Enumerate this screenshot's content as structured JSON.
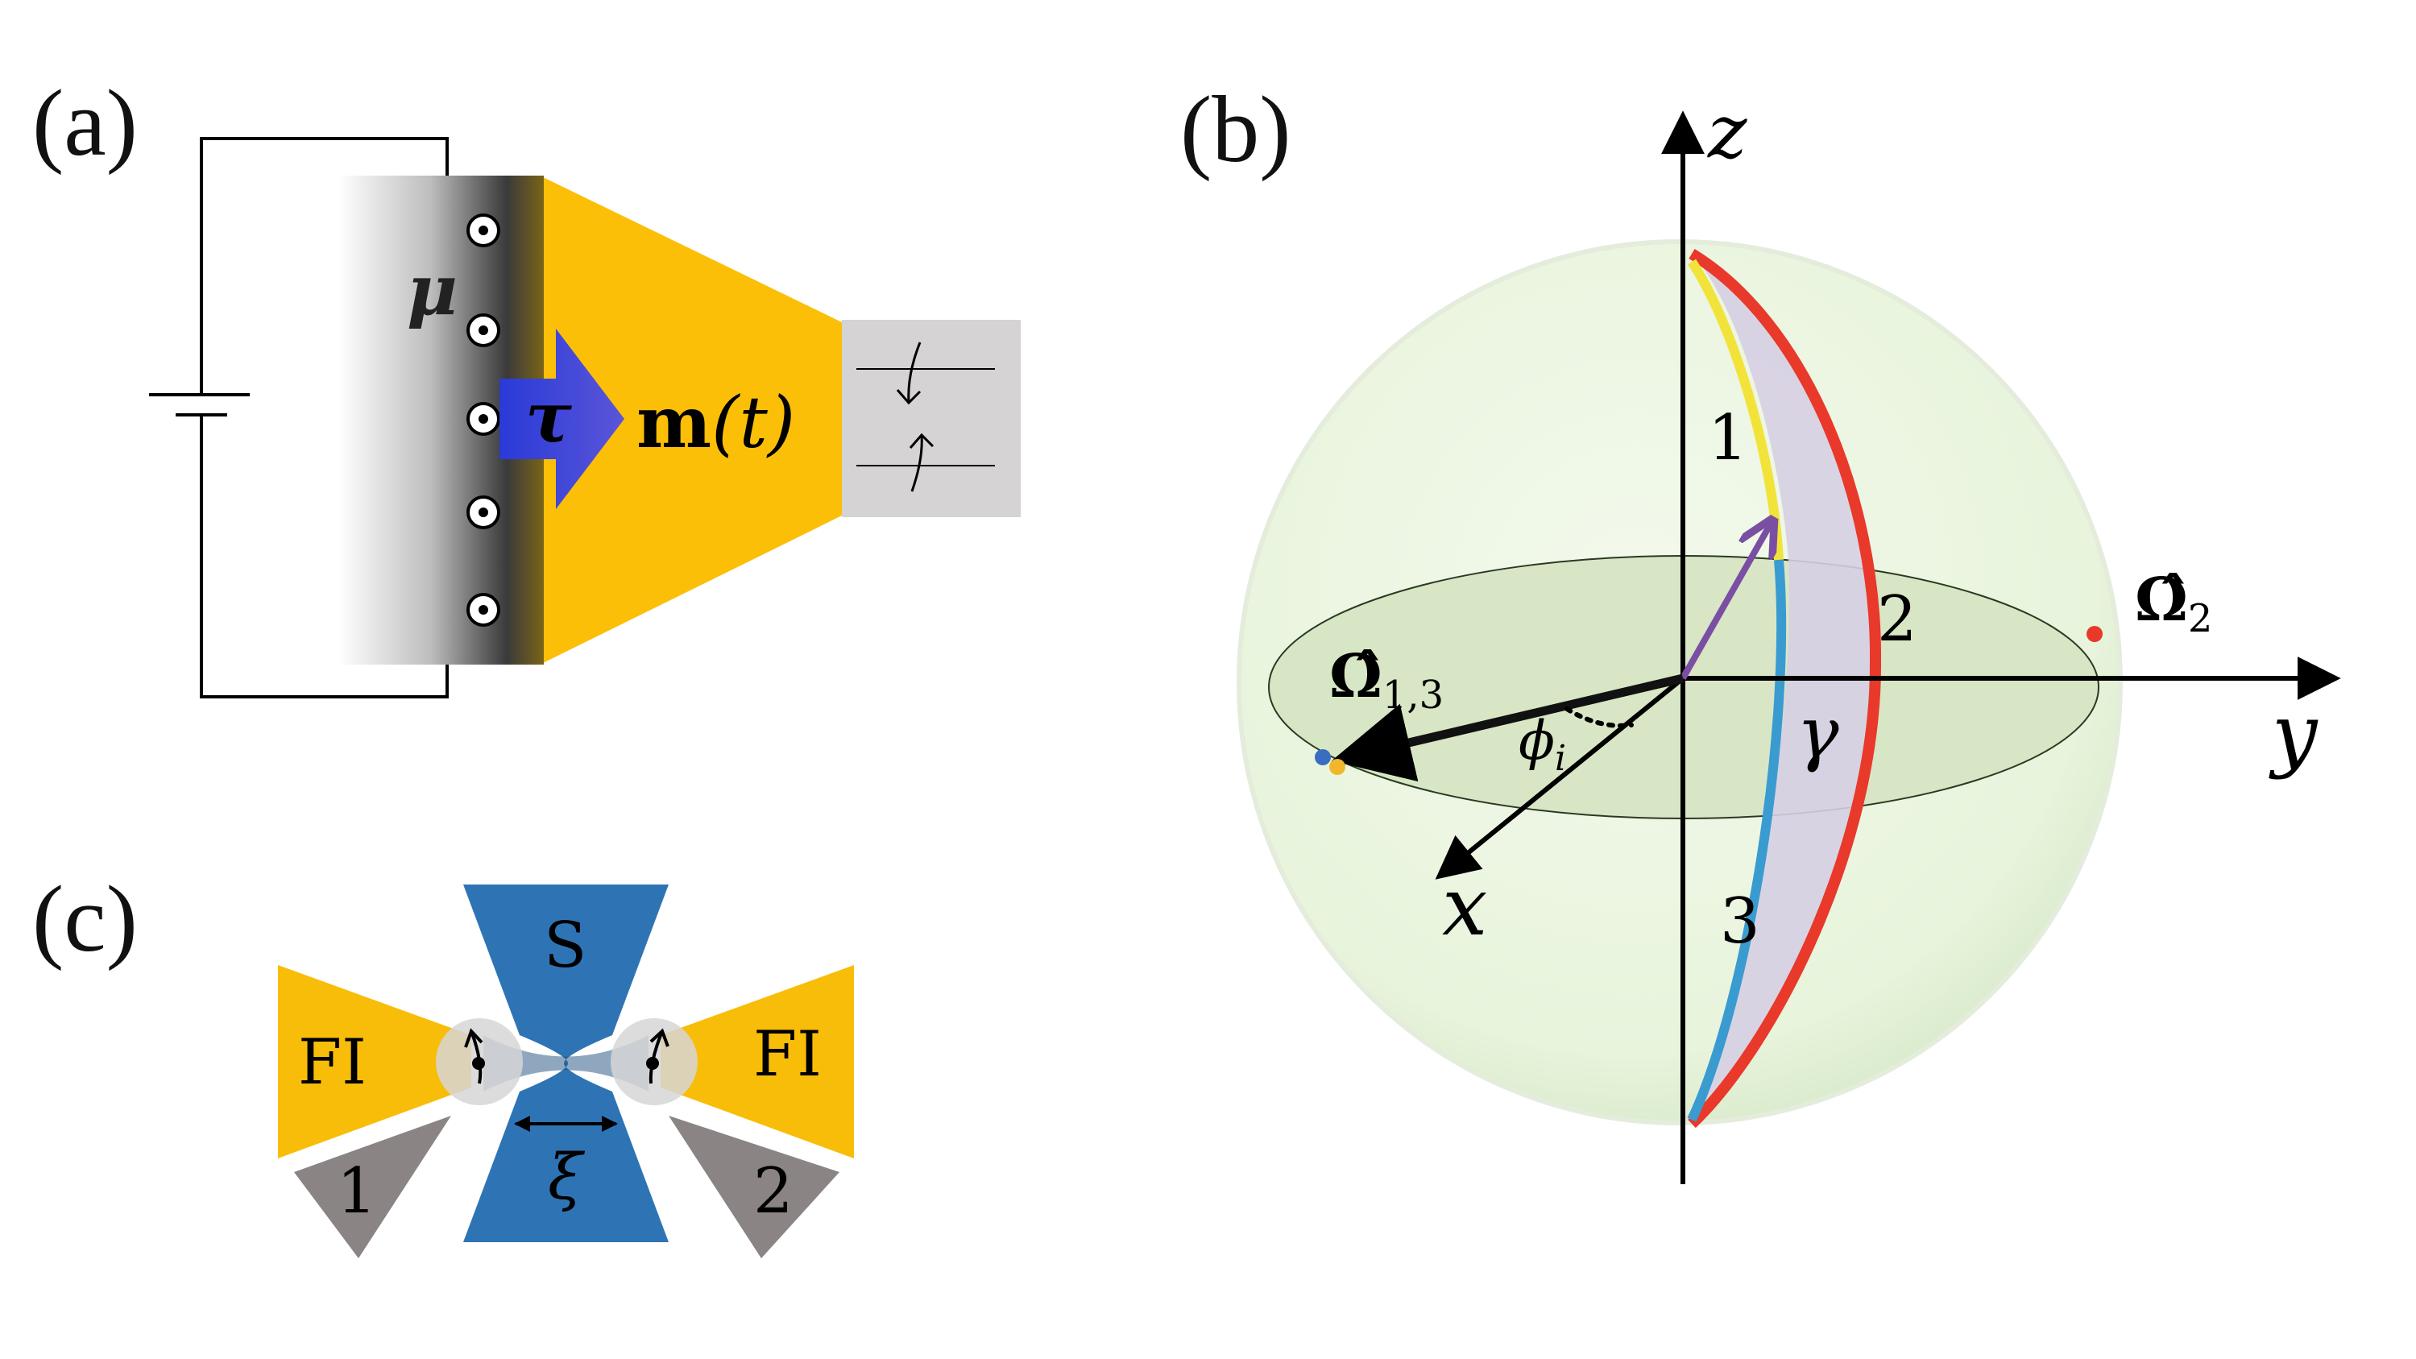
{
  "panel_a": {
    "label": "(a)",
    "mu": "μ",
    "tau": "τ",
    "magnetization": "m",
    "magnetization_arg": "(t)"
  },
  "panel_b": {
    "label": "(b)",
    "axis_x": "x",
    "axis_y": "y",
    "axis_z": "z",
    "omega13": "Ω̂",
    "omega13_sub": "1,3",
    "omega2": "Ω̂",
    "omega2_sub": "2",
    "phi": "ϕ",
    "phi_sub": "i",
    "path1": "1",
    "path2": "2",
    "path3": "3",
    "gamma": "γ",
    "colors": {
      "path1": "#f2e33a",
      "path2": "#e8392a",
      "path3": "#3a9bd0",
      "vector": "#7a4fa3"
    }
  },
  "panel_c": {
    "label": "(c)",
    "superconductor": "S",
    "fi_left": "FI",
    "fi_right": "FI",
    "lead1": "1",
    "lead2": "2",
    "xi": "ξ",
    "colors": {
      "fi": "#f8bd08",
      "s": "#2e74b5",
      "lead": "#8a8484"
    }
  }
}
